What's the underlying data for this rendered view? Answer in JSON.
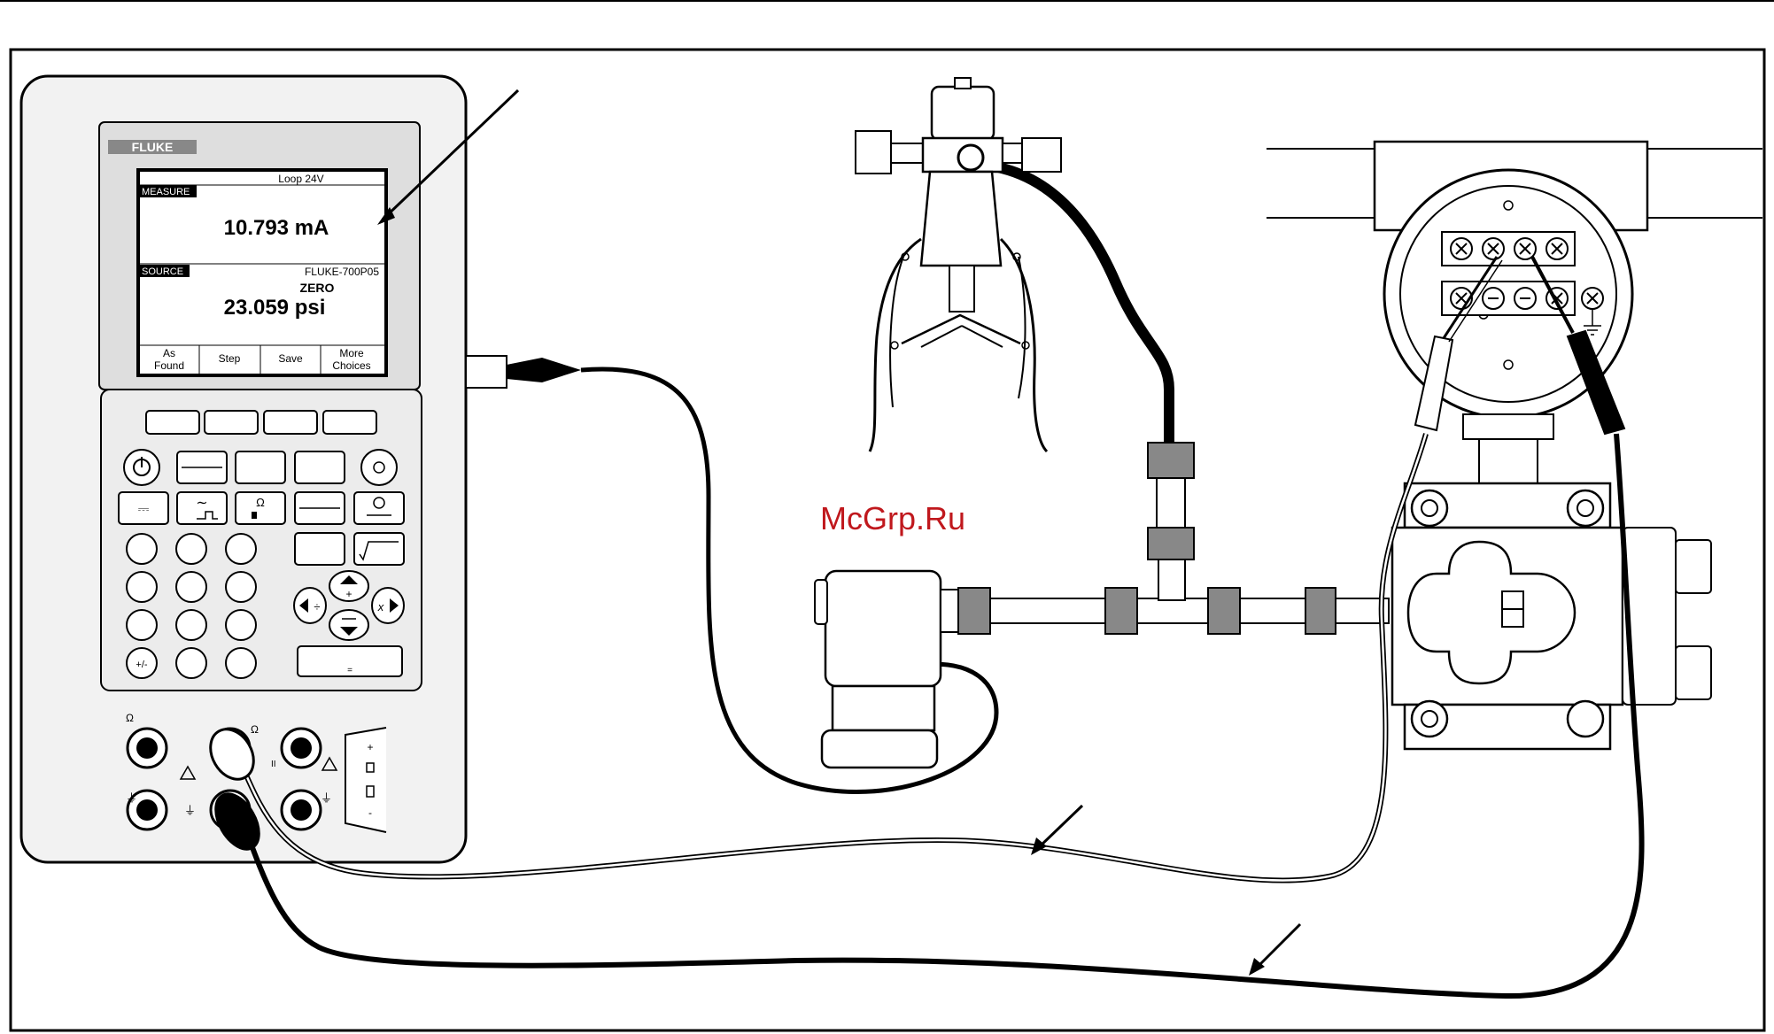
{
  "calibrator": {
    "brand": "FLUKE",
    "screen": {
      "top_status": "Loop 24V",
      "measure_label": "MEASURE",
      "measure_value": "10.793 mA",
      "source_label": "SOURCE",
      "module_name": "FLUKE-700P05",
      "zero_label": "ZERO",
      "source_value": "23.059 psi"
    },
    "softkeys": [
      {
        "line1": "As",
        "line2": "Found"
      },
      {
        "line1": "Step",
        "line2": ""
      },
      {
        "line1": "Save",
        "line2": ""
      },
      {
        "line1": "More",
        "line2": "Choices"
      }
    ],
    "key_symbols": {
      "dc": "⎓",
      "ac": "∼",
      "ohm": "Ω",
      "plus": "+",
      "div": "÷",
      "times": "x",
      "sqrt": "√",
      "plusminus": "+/-",
      "equals": "="
    },
    "jacks": {
      "ohm": "Ω",
      "ground": "⏚",
      "roman": "II",
      "warning": "!"
    },
    "side_panel": [
      "+",
      "-"
    ]
  },
  "watermark": "McGrp.Ru",
  "colors": {
    "ink": "#000000",
    "watermark": "#c0181d",
    "screen_bg": "#ffffff",
    "body_bg": "#eeeeee"
  }
}
